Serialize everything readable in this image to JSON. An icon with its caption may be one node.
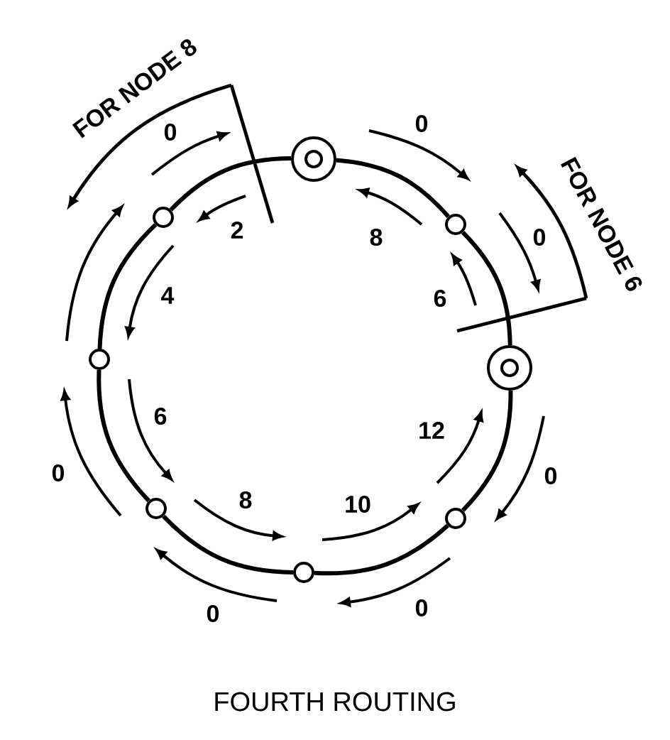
{
  "diagram": {
    "caption": "FOURTH ROUTING",
    "nodes": [
      {
        "text": [],
        "shape": "circle"
      },
      {
        "text": [],
        "shape": "circle"
      },
      {
        "text": [],
        "shape": "circle"
      },
      {
        "text": [],
        "shape": "circle"
      },
      {
        "text": [],
        "shape": "circle"
      },
      {
        "text": [],
        "shape": "circle"
      },
      {
        "text": [],
        "shape": "circle"
      },
      {
        "text": [],
        "shape": "circle"
      }
    ],
    "edges": [
      {
        "from": 0,
        "to": 1,
        "arrow": "none"
      },
      {
        "from": 1,
        "to": 2,
        "arrow": "none"
      },
      {
        "from": 2,
        "to": 3,
        "arrow": "none"
      },
      {
        "from": 3,
        "to": 4,
        "arrow": "none"
      },
      {
        "from": 4,
        "to": 5,
        "arrow": "none"
      },
      {
        "from": 5,
        "to": 6,
        "arrow": "none"
      },
      {
        "from": 6,
        "to": 7,
        "arrow": "none"
      },
      {
        "from": 7,
        "to": 0,
        "arrow": "none"
      }
    ],
    "labels": [
      "FOR NODE 8",
      "0",
      "0",
      "FOR NODE 6",
      "2",
      "8",
      "0",
      "4",
      "6",
      "0",
      "6",
      "12",
      "0",
      "8",
      "10",
      "0",
      "0"
    ]
  }
}
